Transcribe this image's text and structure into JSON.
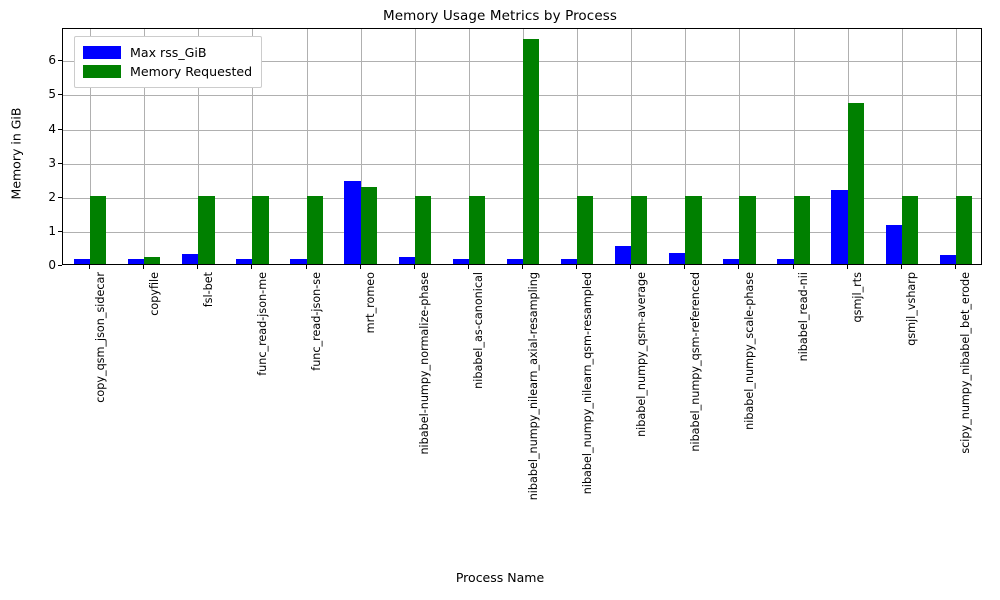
{
  "chart_data": {
    "type": "bar",
    "title": "Memory Usage Metrics by Process",
    "xlabel": "Process Name",
    "ylabel": "Memory in GiB",
    "ylim": [
      0,
      6.95
    ],
    "yticks": [
      0,
      1,
      2,
      3,
      4,
      5,
      6
    ],
    "grid": true,
    "legend_position": "upper left",
    "categories": [
      "copy_qsm_json_sidecar",
      "copyfile",
      "fsl-bet",
      "func_read-json-me",
      "func_read-json-se",
      "mrt_romeo",
      "nibabel-numpy_normalize-phase",
      "nibabel_as-canonical",
      "nibabel_numpy_nilearn_axial-resampling",
      "nibabel_numpy_nilearn_qsm-resampled",
      "nibabel_numpy_qsm-average",
      "nibabel_numpy_qsm-referenced",
      "nibabel_numpy_scale-phase",
      "nibabel_read-nii",
      "qsmjl_rts",
      "qsmjl_vsharp",
      "scipy_numpy_nibabel_bet_erode"
    ],
    "series": [
      {
        "name": "Max rss_GiB",
        "color": "#0000ff",
        "values": [
          0.15,
          0.15,
          0.3,
          0.15,
          0.15,
          2.44,
          0.2,
          0.15,
          0.14,
          0.15,
          0.53,
          0.32,
          0.15,
          0.14,
          2.16,
          1.14,
          0.26
        ]
      },
      {
        "name": "Memory Requested",
        "color": "#008000",
        "values": [
          2.0,
          0.21,
          2.0,
          2.0,
          2.0,
          2.27,
          2.0,
          2.0,
          6.59,
          2.0,
          2.0,
          2.0,
          2.0,
          2.0,
          4.73,
          2.0,
          2.0
        ]
      }
    ]
  },
  "legend": {
    "items": [
      {
        "label": "Max rss_GiB",
        "color": "#0000ff"
      },
      {
        "label": "Memory Requested",
        "color": "#008000"
      }
    ]
  }
}
